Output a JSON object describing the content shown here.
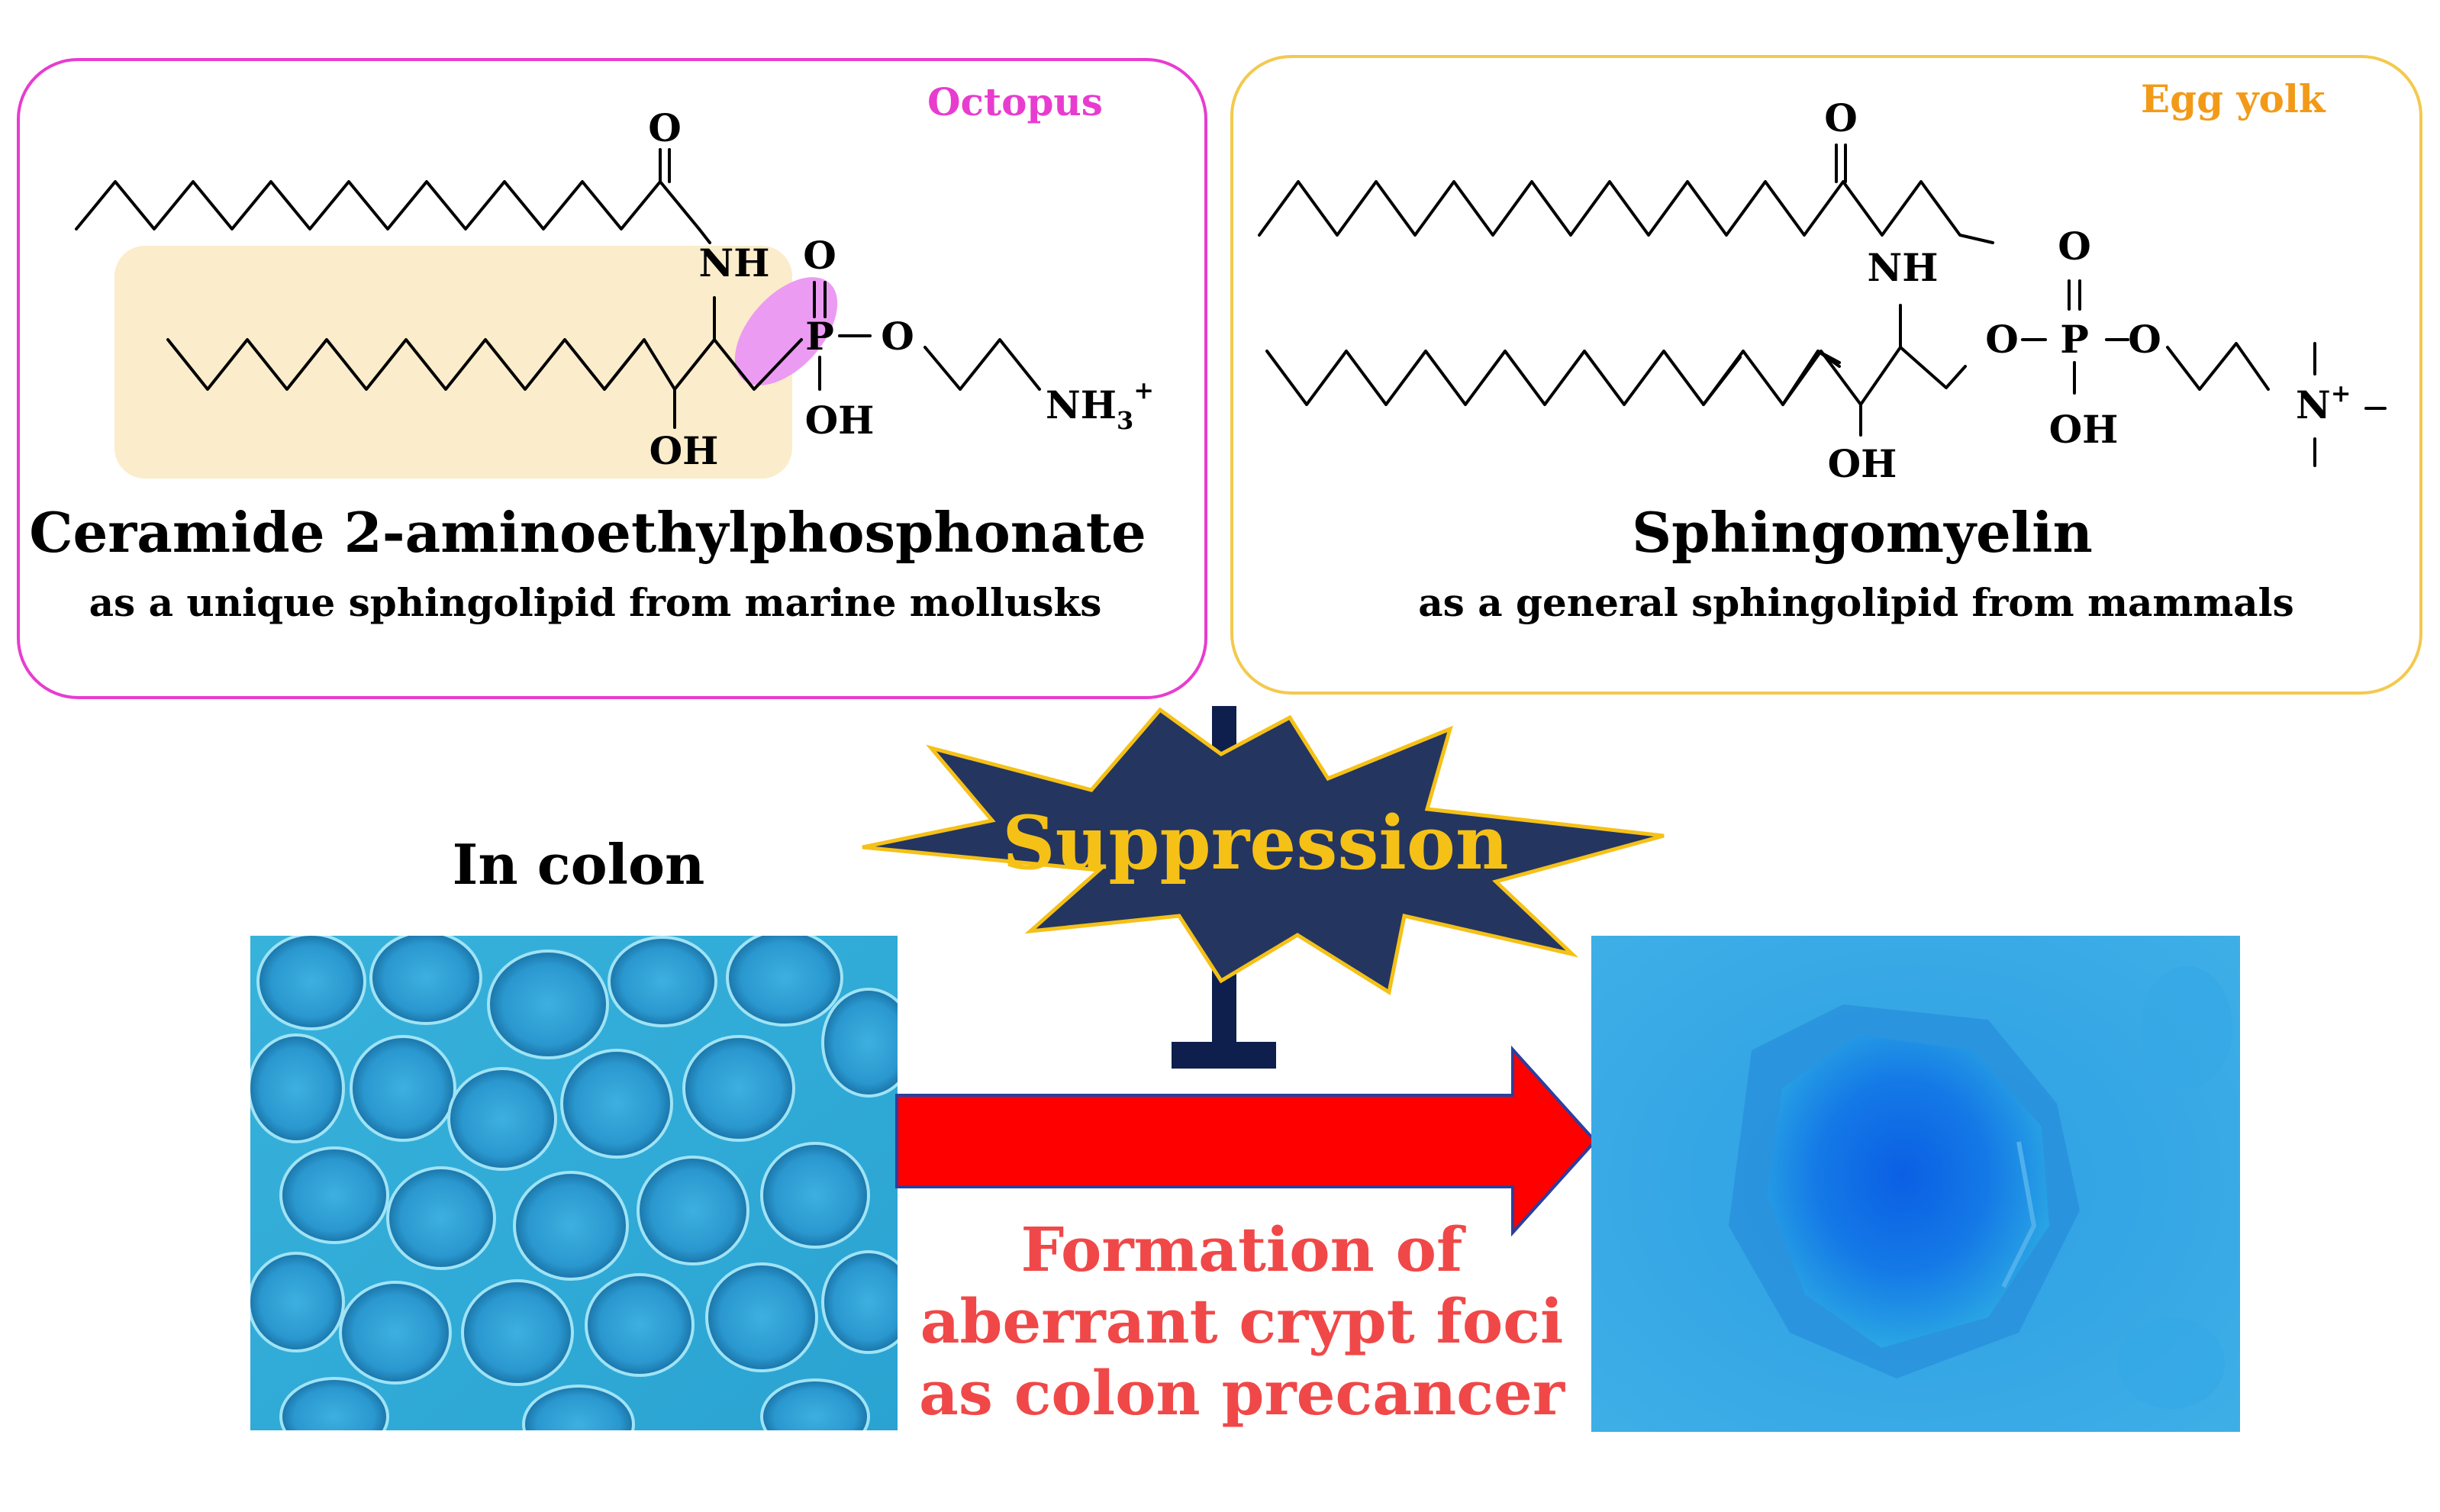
{
  "left_panel": {
    "source": "Octopus",
    "title": "Ceramide 2-aminoethylphosphonate",
    "subtitle": "as a unique sphingolipid from marine mollusks",
    "border_color": "#e83ccf",
    "accent_color": "#e83ccf",
    "highlight_color": "#fbedcb",
    "bond_highlight_color": "#ec9bf2",
    "labels": {
      "o_amide": "O",
      "nh": "NH",
      "o_p": "O",
      "p": "P",
      "o_ester": "O",
      "oh_p": "OH",
      "oh": "OH",
      "nh3": "NH",
      "nh3_sub": "3",
      "nh3_sup": "+"
    }
  },
  "right_panel": {
    "source": "Egg yolk",
    "title": "Sphingomyelin",
    "subtitle": "as a general sphingolipid from mammals",
    "border_color": "#f3c94e",
    "accent_color": "#f29a18",
    "labels": {
      "o_amide": "O",
      "nh": "NH",
      "o_p": "O",
      "o_left": "O",
      "p": "P",
      "o_right": "O",
      "oh_p": "OH",
      "oh": "OH",
      "n": "N",
      "n_sup": "+"
    }
  },
  "suppression": {
    "label": "Suppression",
    "fill": "#243560",
    "text_color": "#f5c117",
    "inhibit_color": "#0e1f4d"
  },
  "colon": {
    "label": "In colon"
  },
  "formation": {
    "lines": [
      "Formation of",
      "aberrant crypt foci",
      "as colon precancer"
    ],
    "color": "#f04848"
  },
  "arrow": {
    "fill": "#fe0000",
    "stroke": "#2b3fa0"
  }
}
